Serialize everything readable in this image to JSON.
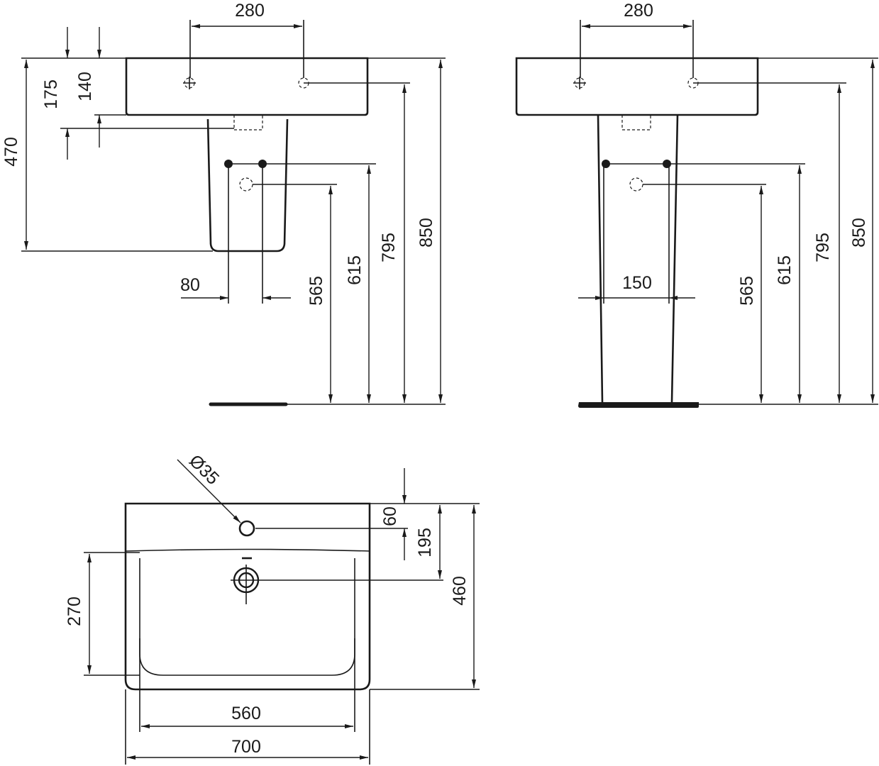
{
  "side_view_left": {
    "tap_spacing": "280",
    "overflow_depth": "175",
    "basin_height": "140",
    "pedestal_height": "470",
    "supply_spacing": "80",
    "waste_height": "565",
    "supply_height": "615",
    "tap_height": "795",
    "total_height": "850"
  },
  "side_view_right": {
    "tap_spacing": "280",
    "pedestal_width": "150",
    "waste_height": "565",
    "supply_height": "615",
    "tap_height": "795",
    "total_height": "850"
  },
  "plan_view": {
    "tap_hole_diameter": "Ø35",
    "tap_hole_offset": "60",
    "waste_offset": "195",
    "depth": "460",
    "bowl_depth": "270",
    "bowl_width": "560",
    "width": "700"
  },
  "colors": {
    "line": "#1a1a1a",
    "background": "#ffffff"
  }
}
